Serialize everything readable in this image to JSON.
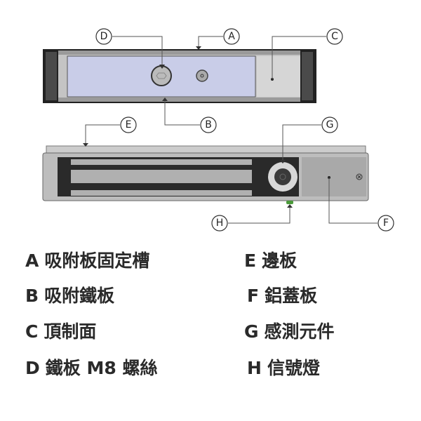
{
  "callouts": {
    "A": "A",
    "B": "B",
    "C": "C",
    "D": "D",
    "E": "E",
    "F": "F",
    "G": "G",
    "H": "H"
  },
  "legend": [
    {
      "key": "A",
      "text": "吸附板固定槽"
    },
    {
      "key": "B",
      "text": "吸附鐵板"
    },
    {
      "key": "C",
      "text": "頂制面"
    },
    {
      "key": "D",
      "text": "鐵板 M8 螺絲"
    },
    {
      "key": "E",
      "text": "邊板"
    },
    {
      "key": "F",
      "text": "鋁蓋板"
    },
    {
      "key": "G",
      "text": "感測元件"
    },
    {
      "key": "H",
      "text": "信號燈"
    }
  ],
  "colors": {
    "panel_blue": "#c9cde8",
    "frame": "#b8b8b8",
    "dark": "#2b2b2b",
    "led": "#4a9a3a"
  }
}
